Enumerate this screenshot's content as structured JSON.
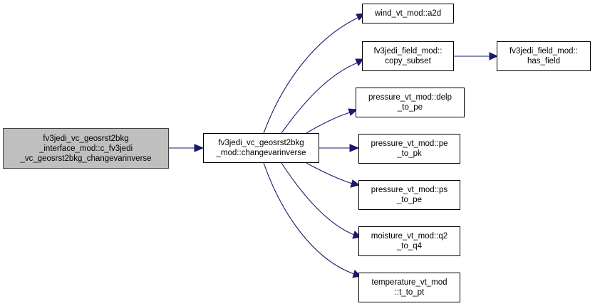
{
  "colors": {
    "edge": "#191970",
    "root_fill": "#bfbfbf",
    "node_fill": "#ffffff",
    "border": "#000000"
  },
  "nodes": [
    {
      "id": "interface",
      "lines": [
        "fv3jedi_vc_geosrst2bkg",
        "_interface_mod::c_fv3jedi",
        "_vc_geosrst2bkg_changevarinverse"
      ],
      "root": true
    },
    {
      "id": "changevarinverse",
      "lines": [
        "fv3jedi_vc_geosrst2bkg",
        "_mod::changevarinverse"
      ]
    },
    {
      "id": "a2d",
      "lines": [
        "wind_vt_mod::a2d"
      ]
    },
    {
      "id": "copy_subset",
      "lines": [
        "fv3jedi_field_mod::",
        "copy_subset"
      ]
    },
    {
      "id": "has_field",
      "lines": [
        "fv3jedi_field_mod::",
        "has_field"
      ]
    },
    {
      "id": "delp_to_pe",
      "lines": [
        "pressure_vt_mod::delp",
        "_to_pe"
      ]
    },
    {
      "id": "pe_to_pk",
      "lines": [
        "pressure_vt_mod::pe",
        "_to_pk"
      ]
    },
    {
      "id": "ps_to_pe",
      "lines": [
        "pressure_vt_mod::ps",
        "_to_pe"
      ]
    },
    {
      "id": "q2_to_q4",
      "lines": [
        "moisture_vt_mod::q2",
        "_to_q4"
      ]
    },
    {
      "id": "t_to_pt",
      "lines": [
        "temperature_vt_mod",
        "::t_to_pt"
      ]
    }
  ],
  "edges": [
    [
      "interface",
      "changevarinverse"
    ],
    [
      "changevarinverse",
      "a2d"
    ],
    [
      "changevarinverse",
      "copy_subset"
    ],
    [
      "changevarinverse",
      "delp_to_pe"
    ],
    [
      "changevarinverse",
      "pe_to_pk"
    ],
    [
      "changevarinverse",
      "ps_to_pe"
    ],
    [
      "changevarinverse",
      "q2_to_q4"
    ],
    [
      "changevarinverse",
      "t_to_pt"
    ],
    [
      "copy_subset",
      "has_field"
    ]
  ]
}
